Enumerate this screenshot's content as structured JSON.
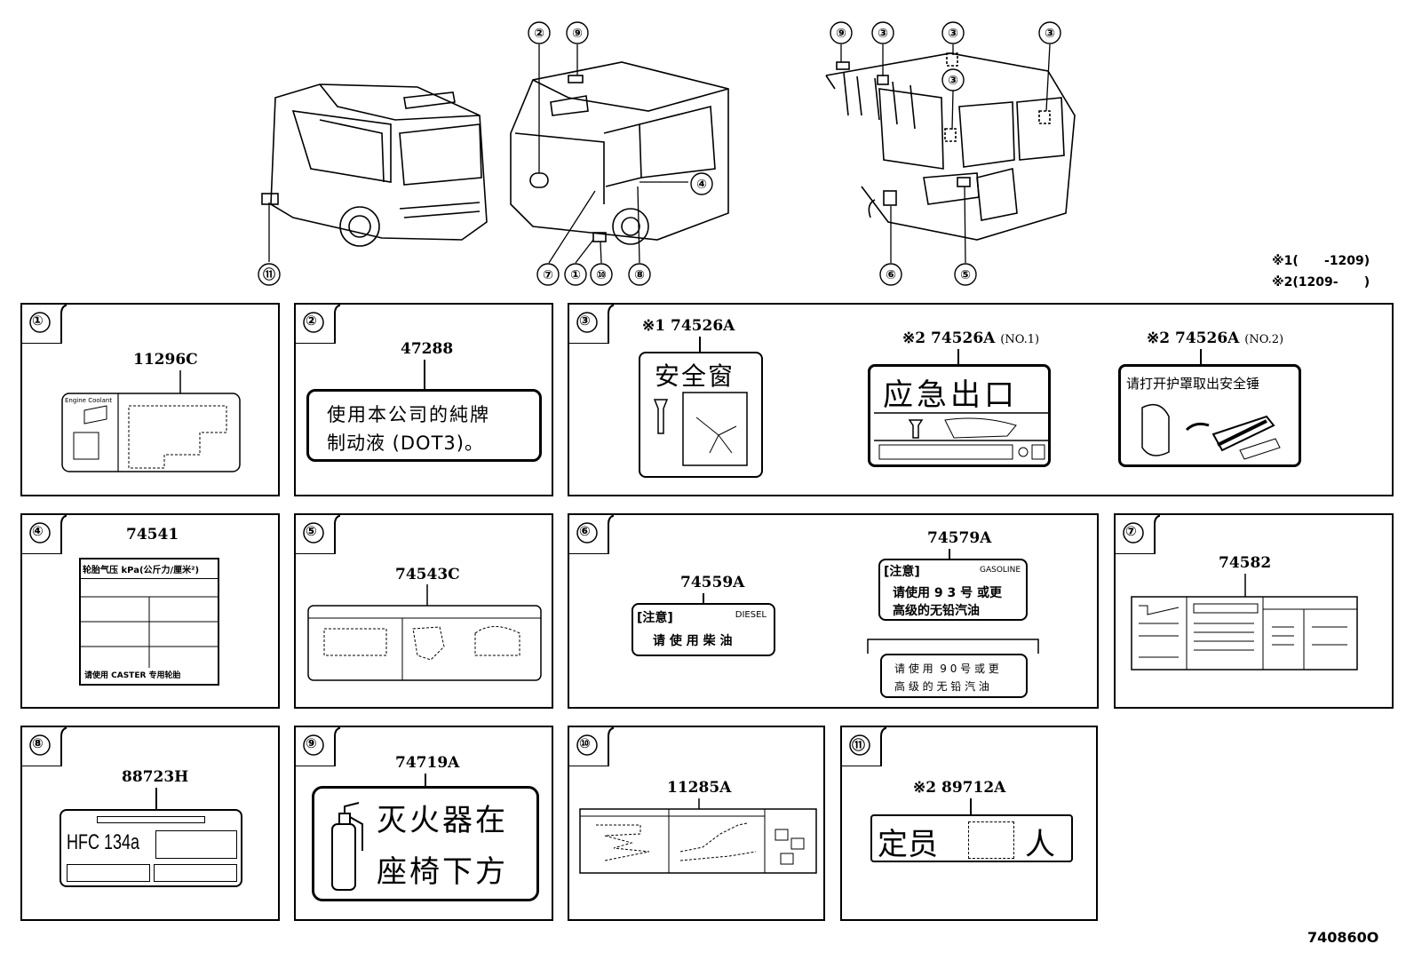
{
  "overview": {
    "callouts_van1": [
      "⑪"
    ],
    "callouts_van2": [
      "②",
      "⑨",
      "④",
      "⑦",
      "①",
      "⑩",
      "⑧"
    ],
    "callouts_van3": [
      "⑨",
      "③",
      "③",
      "③",
      "③",
      "⑥",
      "⑤"
    ],
    "notes": [
      {
        "mark": "※1",
        "range": "(      -1209)"
      },
      {
        "mark": "※2",
        "range": "(1209-      )"
      }
    ]
  },
  "panels": {
    "p1": {
      "num": "①",
      "part": "11296C",
      "label_head": "Engine Coolant"
    },
    "p2": {
      "num": "②",
      "part": "47288",
      "line1": "使用本公司的純牌",
      "line2": "制动液 (DOT3)。"
    },
    "p3": {
      "num": "③",
      "a": {
        "note": "※1",
        "part": "74526A",
        "text": "安全窗"
      },
      "b": {
        "note": "※2",
        "part": "74526A",
        "suffix": "(NO.1)",
        "text": "应急出口"
      },
      "c": {
        "note": "※2",
        "part": "74526A",
        "suffix": "(NO.2)",
        "text": "请打开护罩取出安全锤"
      }
    },
    "p4": {
      "num": "④",
      "part": "74541",
      "header": "轮胎气压 kPa(公斤力/厘米²)",
      "footer": "请使用 CASTER 专用轮胎"
    },
    "p5": {
      "num": "⑤",
      "part": "74543C"
    },
    "p6": {
      "num": "⑥",
      "a": {
        "part": "74559A",
        "tag": "[注意]",
        "fuel": "DIESEL",
        "text": "请 使 用 柴 油"
      },
      "b": {
        "part": "74579A",
        "tag": "[注意]",
        "fuel": "GASOLINE",
        "line1": "请使用 9 3 号 或更",
        "line2": "高级的无铅汽油"
      },
      "c": {
        "line1": "请 使 用  9 0 号 或 更",
        "line2": "高 级 的 无 铅 汽 油"
      }
    },
    "p7": {
      "num": "⑦",
      "part": "74582"
    },
    "p8": {
      "num": "⑧",
      "part": "88723H",
      "text": "HFC 134a"
    },
    "p9": {
      "num": "⑨",
      "part": "74719A",
      "line1": "灭火器在",
      "line2": "座椅下方"
    },
    "p10": {
      "num": "⑩",
      "part": "11285A"
    },
    "p11": {
      "num": "⑪",
      "note": "※2",
      "part": "89712A",
      "left": "定员",
      "right": "人"
    }
  },
  "footer": {
    "code": "740860O"
  }
}
